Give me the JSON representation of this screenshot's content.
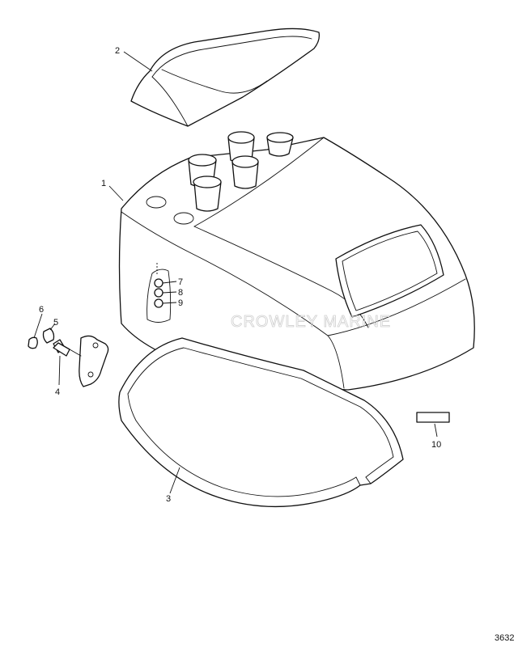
{
  "watermark": "CROWLEY MARINE",
  "figure_number": "3632",
  "callouts": [
    {
      "id": "callout-1",
      "label": "1"
    },
    {
      "id": "callout-2",
      "label": "2"
    },
    {
      "id": "callout-3",
      "label": "3"
    },
    {
      "id": "callout-4",
      "label": "4"
    },
    {
      "id": "callout-5",
      "label": "5"
    },
    {
      "id": "callout-6",
      "label": "6"
    },
    {
      "id": "callout-7",
      "label": "7"
    },
    {
      "id": "callout-8",
      "label": "8"
    },
    {
      "id": "callout-9",
      "label": "9"
    },
    {
      "id": "callout-10",
      "label": "10"
    }
  ]
}
